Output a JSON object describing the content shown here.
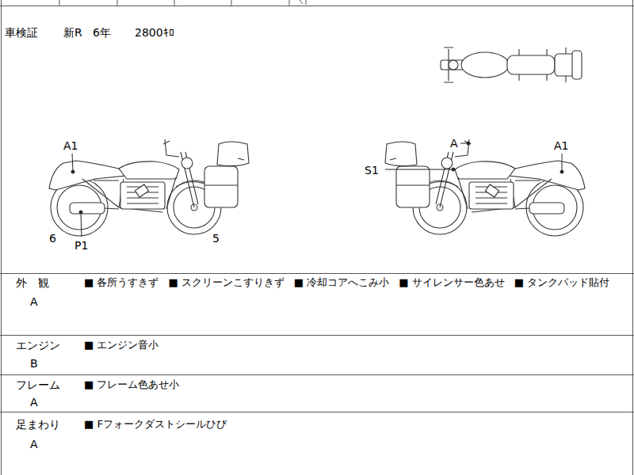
{
  "diagram": {
    "labels": [
      "車検証",
      "新R",
      "6年",
      "2800ｷﾛ",
      "A1",
      "6",
      "P1",
      "5",
      "A",
      "A1",
      "S1",
      "外　観",
      "A",
      "■ 各所うすきず",
      "■ スクリーンこすりきず",
      "■ 冷却コアへこみ小",
      "■ サイレンサー色あせ",
      "■ タンクパッド貼付",
      "エンジン",
      "B",
      "■ エンジン音小",
      "フレーム",
      "A",
      "■ フレーム色あせ小",
      "足まわり",
      "A",
      "■ Fフォークダストシールひび"
    ]
  }
}
